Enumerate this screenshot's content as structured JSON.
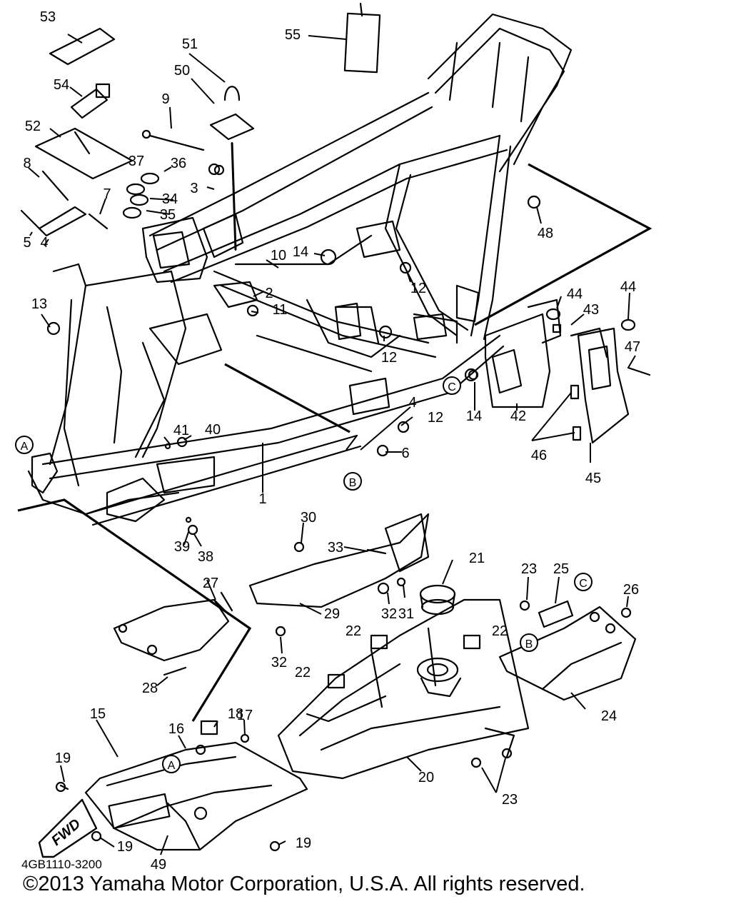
{
  "diagram": {
    "part_number": "4GB1110-3200",
    "copyright": "©2013 Yamaha Motor Corporation, U.S.A. All rights reserved.",
    "fwd_label": "FWD",
    "reference_markers": [
      "A",
      "B",
      "C"
    ],
    "callouts": [
      "1",
      "2",
      "3",
      "4",
      "5",
      "6",
      "7",
      "8",
      "9",
      "10",
      "11",
      "12",
      "13",
      "14",
      "15",
      "16",
      "17",
      "18",
      "19",
      "20",
      "21",
      "22",
      "23",
      "24",
      "25",
      "26",
      "27",
      "28",
      "29",
      "30",
      "31",
      "32",
      "33",
      "34",
      "35",
      "36",
      "37",
      "38",
      "39",
      "40",
      "41",
      "42",
      "43",
      "44",
      "45",
      "46",
      "47",
      "48",
      "49",
      "50",
      "51",
      "52",
      "53",
      "54",
      "55"
    ]
  }
}
